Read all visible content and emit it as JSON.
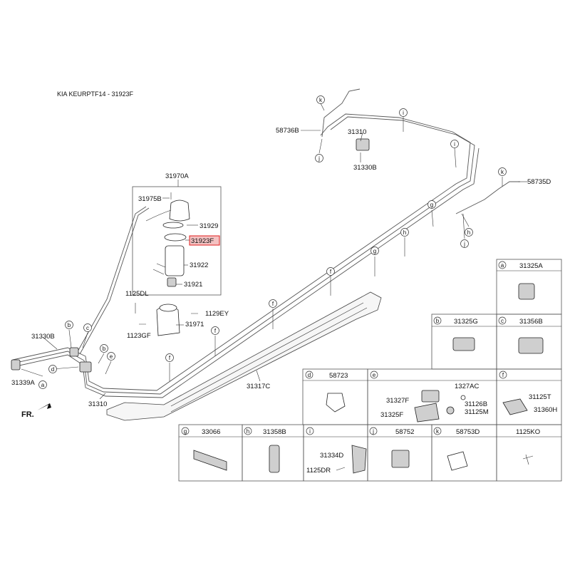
{
  "header": {
    "title": "KIA KEURPTF14 - 31923F"
  },
  "callouts": {
    "l58736B": "58736B",
    "l31310_top": "31310",
    "l31330B_top": "31330B",
    "l58735D": "58735D",
    "l31970A": "31970A",
    "l31975B": "31975B",
    "l31929": "31929",
    "l31923F": "31923F",
    "l31922": "31922",
    "l31921": "31921",
    "l1125DL": "1125DL",
    "l1129EY": "1129EY",
    "l1123GF": "1123GF",
    "l31971": "31971",
    "l31330B_left": "31330B",
    "l31339A": "31339A",
    "l31310_left": "31310",
    "l31317C": "31317C",
    "fr": "FR."
  },
  "letter_tags": [
    "a",
    "b",
    "c",
    "d",
    "e",
    "f",
    "g",
    "h",
    "i",
    "j",
    "k"
  ],
  "legend": {
    "cells": [
      {
        "letter": "a",
        "parts": [
          "31325A"
        ]
      },
      {
        "letter": "b",
        "parts": [
          "31325G"
        ]
      },
      {
        "letter": "c",
        "parts": [
          "31356B"
        ]
      },
      {
        "letter": "d",
        "parts": [
          "58723"
        ]
      },
      {
        "letter": "e",
        "parts": [
          "1327AC",
          "31327F",
          "31126B",
          "31125M",
          "31325F"
        ]
      },
      {
        "letter": "f",
        "parts": [
          "31125T",
          "31360H"
        ]
      },
      {
        "letter": "g",
        "parts": [
          "33066"
        ]
      },
      {
        "letter": "h",
        "parts": [
          "31358B"
        ]
      },
      {
        "letter": "i",
        "parts": [
          "31334D",
          "1125DR"
        ]
      },
      {
        "letter": "j",
        "parts": [
          "58752"
        ]
      },
      {
        "letter": "k",
        "parts": [
          "58753D"
        ]
      },
      {
        "letter": "",
        "parts": [
          "1125KO"
        ]
      }
    ]
  }
}
